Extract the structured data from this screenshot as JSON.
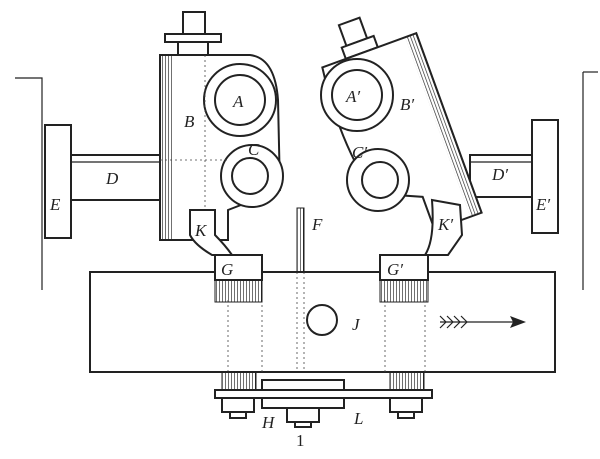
{
  "labels": {
    "A": "A",
    "A_prime": "A′",
    "B": "B",
    "B_prime": "B′",
    "C": "C",
    "C_prime": "C′",
    "D": "D",
    "D_prime": "D′",
    "E": "E",
    "E_prime": "E′",
    "F": "F",
    "G": "G",
    "G_prime": "G′",
    "H": "H",
    "J": "J",
    "K": "K",
    "K_prime": "K′",
    "L": "L"
  },
  "figure_number": "1",
  "colors": {
    "ink": "#222222",
    "paper": "#ffffff"
  }
}
